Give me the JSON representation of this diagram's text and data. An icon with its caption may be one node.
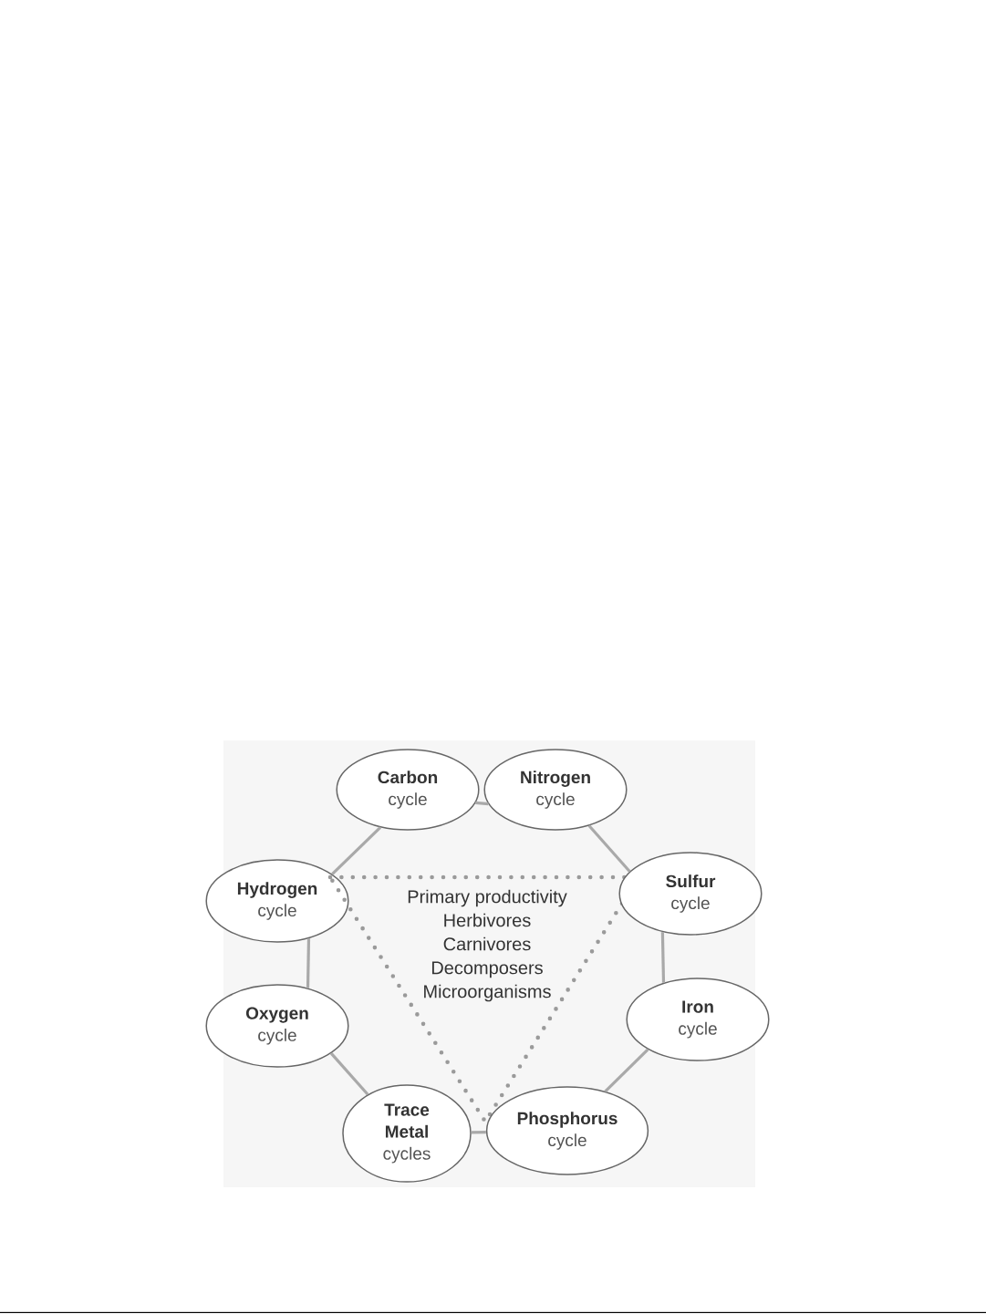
{
  "diagram": {
    "nodes": [
      {
        "text": [
          "Carbon",
          "cycle"
        ]
      },
      {
        "text": [
          "Nitrogen",
          "cycle"
        ]
      },
      {
        "text": [
          "Hydrogen",
          "cycle"
        ]
      },
      {
        "text": [
          "Primary productivity",
          "Herbivores",
          "Carnivores",
          "Decomposers",
          "Microorganisms"
        ]
      },
      {
        "text": [
          "Sulfur",
          "cycle"
        ]
      },
      {
        "text": [
          "Oxygen",
          "cycle"
        ]
      },
      {
        "text": [
          "Iron",
          "cycle"
        ]
      },
      {
        "text": [
          "Trace Metal",
          "cycles"
        ]
      },
      {
        "text": [
          "Phosphorus",
          "cycle"
        ]
      }
    ],
    "edges": [
      {
        "from": 0,
        "to": 1,
        "arrow": "none"
      },
      {
        "from": 1,
        "to": 4,
        "arrow": "none"
      },
      {
        "from": 4,
        "to": 6,
        "arrow": "none"
      },
      {
        "from": 6,
        "to": 8,
        "arrow": "none"
      },
      {
        "from": 8,
        "to": 7,
        "arrow": "none"
      },
      {
        "from": 7,
        "to": 5,
        "arrow": "none"
      },
      {
        "from": 5,
        "to": 2,
        "arrow": "none"
      },
      {
        "from": 2,
        "to": 0,
        "arrow": "none"
      }
    ]
  }
}
